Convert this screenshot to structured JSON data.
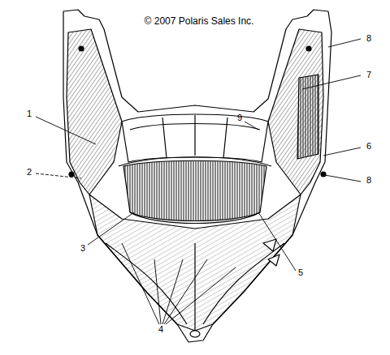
{
  "diagram": {
    "labels": [
      "© 2007 Polaris Sales Inc.",
      "8",
      "7",
      "1",
      "9",
      "6",
      "2",
      "8",
      "3",
      "5",
      "4"
    ]
  }
}
